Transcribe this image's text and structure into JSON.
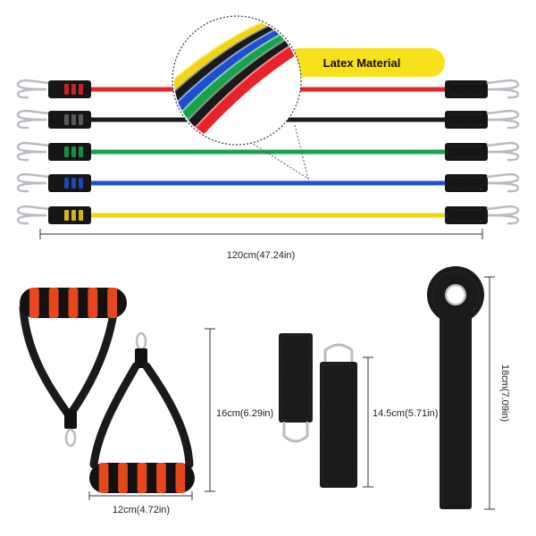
{
  "callout": {
    "text": "Latex Material"
  },
  "bands": [
    {
      "color": "#e8232a"
    },
    {
      "color": "#1a1a1a"
    },
    {
      "color": "#17a34a"
    },
    {
      "color": "#1f4fd1"
    },
    {
      "color": "#f2d50f"
    }
  ],
  "measurements": {
    "band_length": "120cm(47.24in)",
    "handle_height": "16cm(6.29in)",
    "handle_width": "12cm(4.72in)",
    "ankle_strap_height": "14.5cm(5.71in)",
    "door_anchor_height": "18cm(7.09in)"
  },
  "colors": {
    "callout_fill": "#f7e11a",
    "foam_red": "#e8471c",
    "foam_black": "#121212",
    "webbing": "#1a1a1a",
    "metal": "#b9bcc2"
  }
}
